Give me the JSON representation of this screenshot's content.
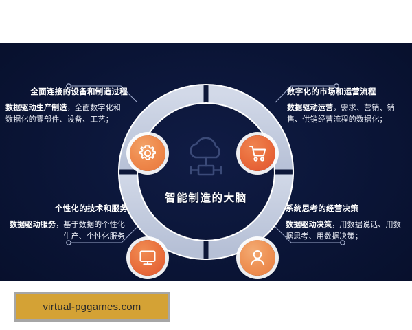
{
  "slide": {
    "background_color": "#0a1435",
    "center": {
      "icon": "cloud-server-icon",
      "label": "智能制造的大脑"
    },
    "ring": {
      "segment_color": "#c2cbdd",
      "stroke_color": "#ffffff",
      "segments": 4
    },
    "nodes": [
      {
        "id": "top-left",
        "icon": "gear-icon",
        "color": "#ee8a4d"
      },
      {
        "id": "top-right",
        "icon": "shopping-cart-icon",
        "color": "#e86e3c"
      },
      {
        "id": "bottom-left",
        "icon": "monitor-icon",
        "color": "#ea7440"
      },
      {
        "id": "bottom-right",
        "icon": "user-icon",
        "color": "#ef9457"
      }
    ],
    "callouts": [
      {
        "id": "equipment-manufacturing",
        "title": "全面连接的设备和制造过程",
        "lead": "数据驱动生产制造",
        "body": "，全面数字化和数据化的零部件、设备、工艺；"
      },
      {
        "id": "market-operations",
        "title": "数字化的市场和运营流程",
        "lead": "数据驱动运营",
        "body": "，需求、营销、销售、供销经营流程的数据化；"
      },
      {
        "id": "technology-service",
        "title": "个性化的技术和服务",
        "lead": "数据驱动服务",
        "body": "，基于数据的个性化生产、个性化服务"
      },
      {
        "id": "management-decision",
        "title": "系统思考的经营决策",
        "lead": "数据驱动决策",
        "body": "，用数据说话、用数据思考、用数据决策；"
      }
    ]
  },
  "watermark": {
    "text": "virtual-pggames.com",
    "background_color": "#d4a235",
    "border_color": "#a6a6a6"
  }
}
